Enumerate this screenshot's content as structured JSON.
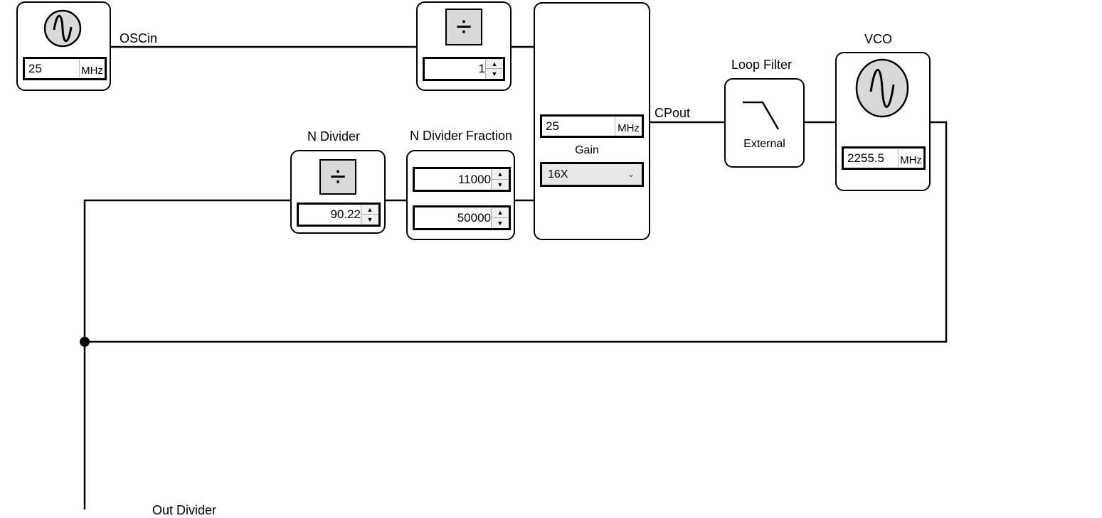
{
  "oscillator": {
    "label": "OSCin",
    "value": "25",
    "unit": "MHz",
    "icon": "sine-wave-icon"
  },
  "r_divider": {
    "value": "1",
    "icon": "divide-icon"
  },
  "phase_detector": {
    "freq_value": "25",
    "freq_unit": "MHz",
    "gain_label": "Gain",
    "gain_selected": "16X",
    "output_label": "CPout"
  },
  "loop_filter": {
    "title": "Loop Filter",
    "type_label": "External"
  },
  "vco": {
    "title": "VCO",
    "value": "2255.5",
    "unit": "MHz",
    "icon": "sine-wave-icon"
  },
  "n_divider": {
    "title": "N Divider",
    "value": "90.22",
    "icon": "divide-icon"
  },
  "n_fraction": {
    "title": "N Divider Fraction",
    "numerator": "11000",
    "denominator": "50000"
  },
  "bottom_label": "Out Divider"
}
